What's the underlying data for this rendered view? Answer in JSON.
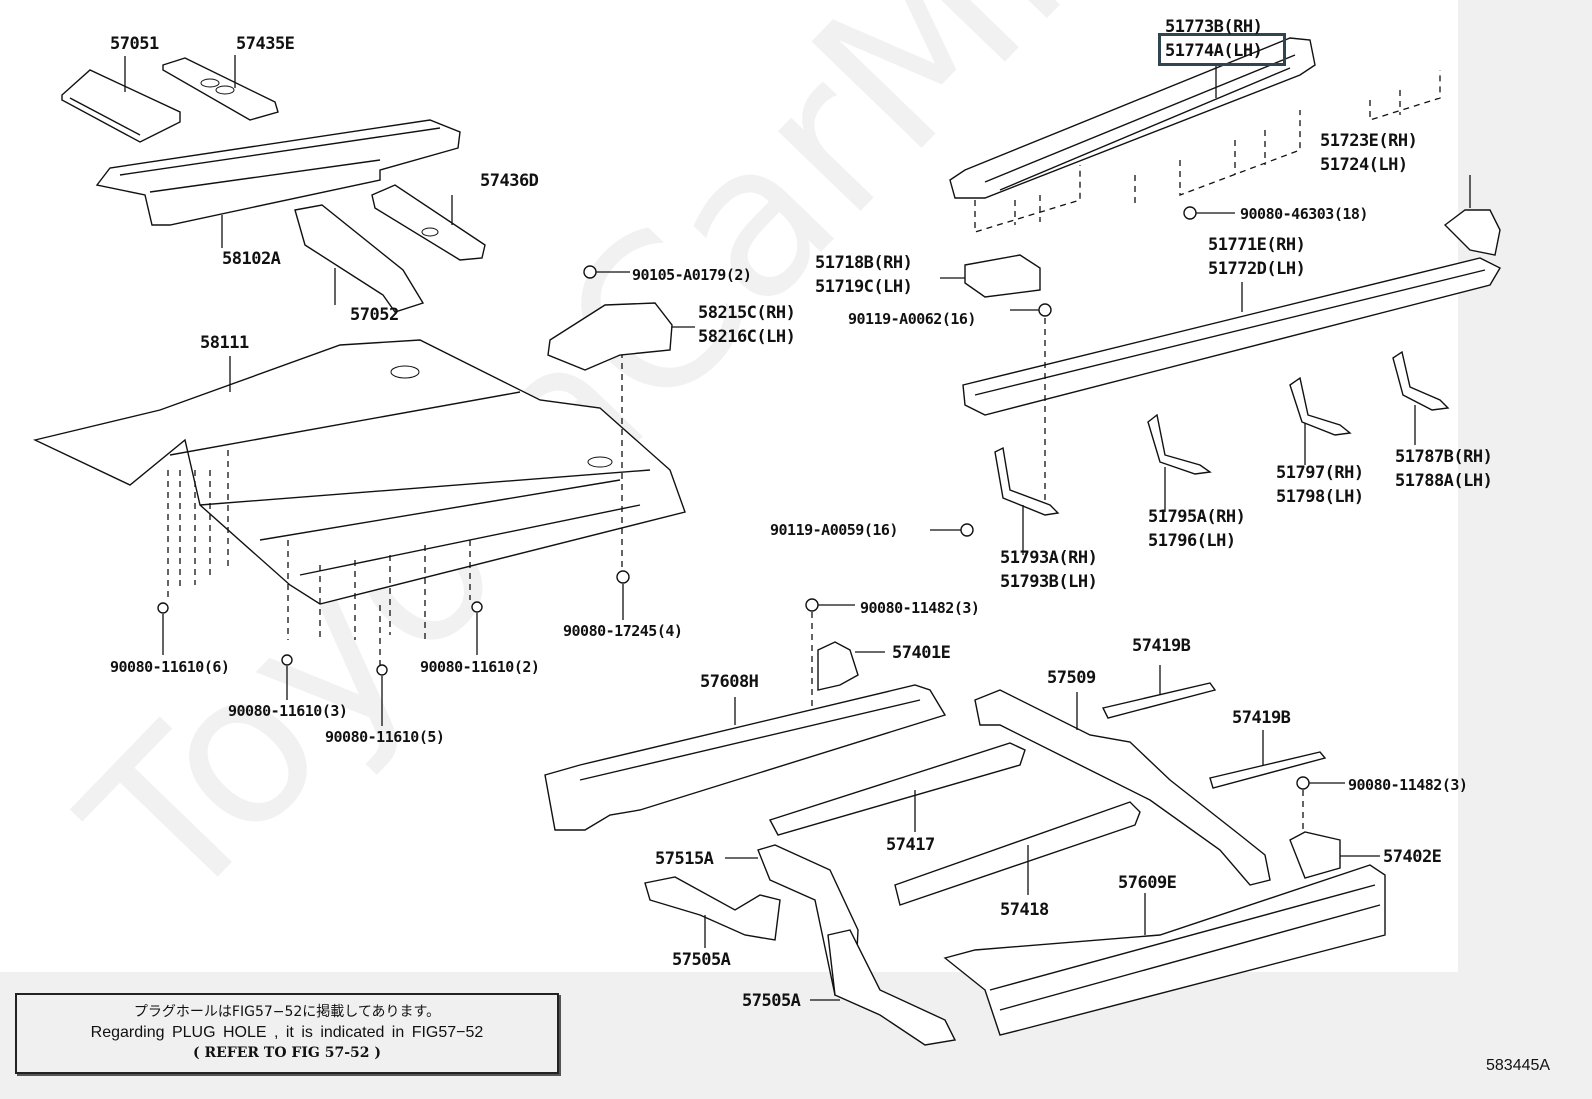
{
  "diagram": {
    "watermark": "ToyotaCarMine.ru",
    "figure_code": "583445A",
    "highlighted_part": "51774A (LH)",
    "parts": {
      "p57051": "57051",
      "p57435E": "57435E",
      "p58102A": "58102A",
      "p57436D": "57436D",
      "p57052": "57052",
      "p58111": "58111",
      "p90105": "90105-A0179(2)",
      "p58215C": "58215C(RH)",
      "p58216C": "58216C(LH)",
      "p51773B": "51773B(RH)",
      "p51774A": "51774A(LH)",
      "p51723E": "51723E(RH)",
      "p51724": "51724(LH)",
      "p90080_46303": "90080-46303(18)",
      "p51718B": "51718B(RH)",
      "p51719C": "51719C(LH)",
      "p51771E": "51771E(RH)",
      "p51772D": "51772D(LH)",
      "p90119_A0062": "90119-A0062(16)",
      "p51797": "51797(RH)",
      "p51798": "51798(LH)",
      "p51787B": "51787B(RH)",
      "p51788A": "51788A(LH)",
      "p51795A": "51795A(RH)",
      "p51796": "51796(LH)",
      "p90119_A0059": "90119-A0059(16)",
      "p51793A": "51793A(RH)",
      "p51793B": "51793B(LH)",
      "p90080_17245": "90080-17245(4)",
      "p90080_11610_6": "90080-11610(6)",
      "p90080_11610_2": "90080-11610(2)",
      "p90080_11610_3": "90080-11610(3)",
      "p90080_11610_5": "90080-11610(5)",
      "p90080_11482_a": "90080-11482(3)",
      "p57401E": "57401E",
      "p57608H": "57608H",
      "p57509": "57509",
      "p57419B_a": "57419B",
      "p57419B_b": "57419B",
      "p90080_11482_b": "90080-11482(3)",
      "p57417": "57417",
      "p57402E": "57402E",
      "p57515A": "57515A",
      "p57418": "57418",
      "p57609E": "57609E",
      "p57505A_a": "57505A",
      "p57505A_b": "57505A"
    },
    "note": {
      "japanese": "プラグホールはFIG57−52に掲載してあります。",
      "english": "Regarding  PLUG  HOLE , it is indicated in FIG57−52",
      "reference": "(  REFER TO FIG 57-52  )"
    }
  }
}
